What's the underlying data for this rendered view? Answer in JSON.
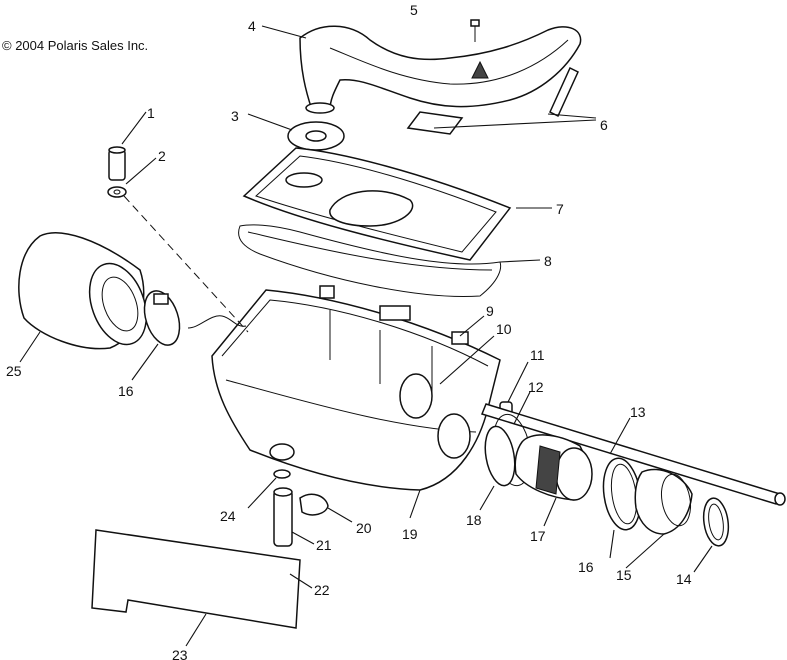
{
  "copyright": "© 2004 Polaris Sales Inc.",
  "callouts": [
    {
      "id": "1",
      "label": "1"
    },
    {
      "id": "2",
      "label": "2"
    },
    {
      "id": "3",
      "label": "3"
    },
    {
      "id": "4",
      "label": "4"
    },
    {
      "id": "5",
      "label": "5"
    },
    {
      "id": "6",
      "label": "6"
    },
    {
      "id": "7",
      "label": "7"
    },
    {
      "id": "8",
      "label": "8"
    },
    {
      "id": "9",
      "label": "9"
    },
    {
      "id": "10",
      "label": "10"
    },
    {
      "id": "11",
      "label": "11"
    },
    {
      "id": "12",
      "label": "12"
    },
    {
      "id": "13",
      "label": "13"
    },
    {
      "id": "14",
      "label": "14"
    },
    {
      "id": "15",
      "label": "15"
    },
    {
      "id": "16a",
      "label": "16"
    },
    {
      "id": "16b",
      "label": "16"
    },
    {
      "id": "17",
      "label": "17"
    },
    {
      "id": "18",
      "label": "18"
    },
    {
      "id": "19",
      "label": "19"
    },
    {
      "id": "20",
      "label": "20"
    },
    {
      "id": "21",
      "label": "21"
    },
    {
      "id": "22",
      "label": "22"
    },
    {
      "id": "23",
      "label": "23"
    },
    {
      "id": "24",
      "label": "24"
    },
    {
      "id": "25",
      "label": "25"
    }
  ]
}
